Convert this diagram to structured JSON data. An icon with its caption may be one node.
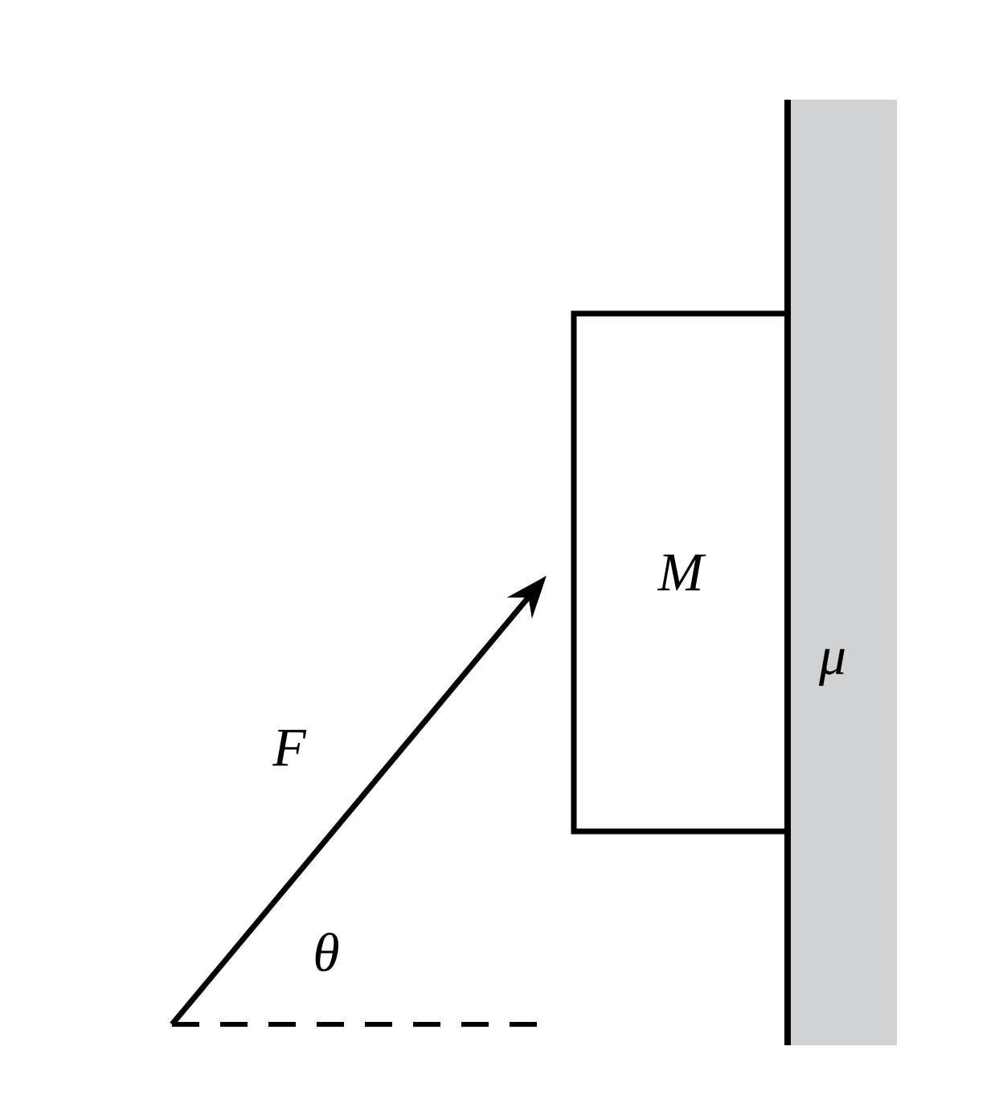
{
  "diagram": {
    "nodes": [
      {
        "text": [
          "M"
        ]
      }
    ],
    "labels": [
      "F",
      "θ",
      "μ"
    ]
  }
}
